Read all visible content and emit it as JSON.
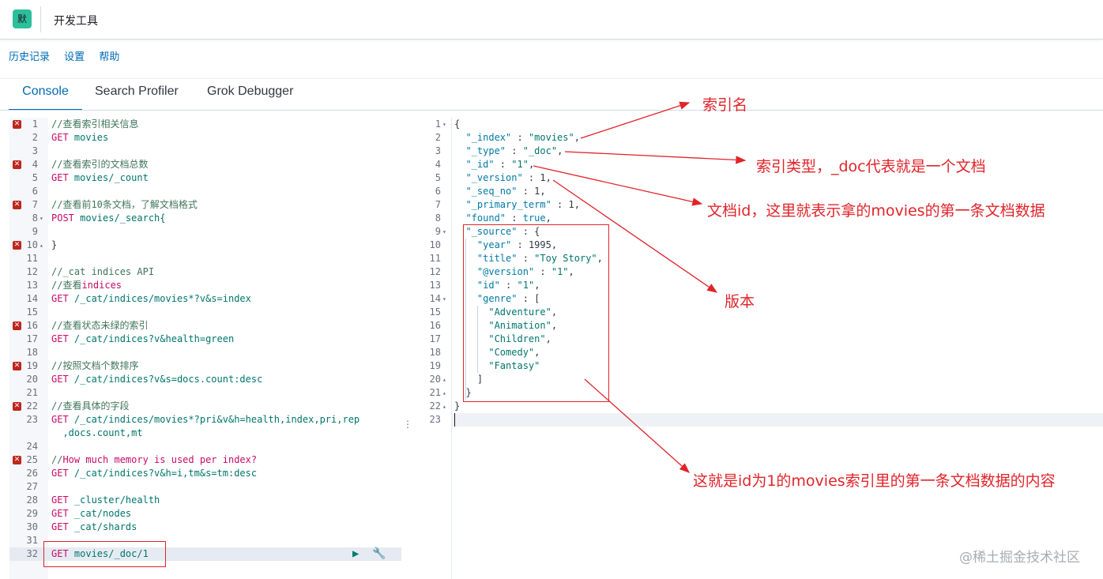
{
  "app": {
    "icon_label": "默",
    "title": "开发工具"
  },
  "menu": {
    "history": "历史记录",
    "settings": "设置",
    "help": "帮助"
  },
  "tabs": [
    "Console",
    "Search Profiler",
    "Grok Debugger"
  ],
  "request_lines": [
    {
      "n": "1",
      "err": true,
      "parts": [
        [
          "c",
          "//查看索引相关信息"
        ]
      ]
    },
    {
      "n": "2",
      "parts": [
        [
          "k",
          "GET "
        ],
        [
          "u",
          "movies"
        ]
      ]
    },
    {
      "n": "3",
      "parts": []
    },
    {
      "n": "4",
      "err": true,
      "parts": [
        [
          "c",
          "//查看索引的文档总数"
        ]
      ]
    },
    {
      "n": "5",
      "parts": [
        [
          "k",
          "GET "
        ],
        [
          "u",
          "movies/_count"
        ]
      ]
    },
    {
      "n": "6",
      "parts": []
    },
    {
      "n": "7",
      "err": true,
      "parts": [
        [
          "c",
          "//查看前10条文档，了解文档格式"
        ]
      ]
    },
    {
      "n": "8",
      "fold": "▾",
      "parts": [
        [
          "k",
          "POST "
        ],
        [
          "u",
          "movies/_search{"
        ]
      ]
    },
    {
      "n": "9",
      "parts": []
    },
    {
      "n": "10",
      "err": true,
      "fold": "▴",
      "parts": [
        [
          "p",
          "}"
        ]
      ]
    },
    {
      "n": "11",
      "parts": []
    },
    {
      "n": "12",
      "parts": [
        [
          "c",
          "//_cat indices API"
        ]
      ]
    },
    {
      "n": "13",
      "parts": [
        [
          "c",
          "//查看"
        ],
        [
          "k",
          "indices"
        ]
      ]
    },
    {
      "n": "14",
      "parts": [
        [
          "k",
          "GET "
        ],
        [
          "u",
          "/_cat/indices/movies*?v&s=index"
        ]
      ]
    },
    {
      "n": "15",
      "parts": []
    },
    {
      "n": "16",
      "err": true,
      "parts": [
        [
          "c",
          "//查看状态未绿的索引"
        ]
      ]
    },
    {
      "n": "17",
      "parts": [
        [
          "k",
          "GET "
        ],
        [
          "u",
          "/_cat/indices?v&health=green"
        ]
      ]
    },
    {
      "n": "18",
      "parts": []
    },
    {
      "n": "19",
      "err": true,
      "parts": [
        [
          "c",
          "//按照文档个数排序"
        ]
      ]
    },
    {
      "n": "20",
      "parts": [
        [
          "k",
          "GET "
        ],
        [
          "u",
          "/_cat/indices?v&s=docs.count:desc"
        ]
      ]
    },
    {
      "n": "21",
      "parts": []
    },
    {
      "n": "22",
      "err": true,
      "parts": [
        [
          "c",
          "//查看具体的字段"
        ]
      ]
    },
    {
      "n": "23",
      "parts": [
        [
          "k",
          "GET "
        ],
        [
          "u",
          "/_cat/indices/movies*?pri&v&h=health,index,pri,rep"
        ]
      ]
    },
    {
      "n": "",
      "parts": [
        [
          "u",
          "  ,docs.count,mt"
        ]
      ]
    },
    {
      "n": "24",
      "parts": []
    },
    {
      "n": "25",
      "err": true,
      "parts": [
        [
          "c",
          "//"
        ],
        [
          "k",
          "How much memory is used per index?"
        ]
      ]
    },
    {
      "n": "26",
      "parts": [
        [
          "k",
          "GET "
        ],
        [
          "u",
          "/_cat/indices?v&h=i,tm&s=tm:desc"
        ]
      ]
    },
    {
      "n": "27",
      "parts": []
    },
    {
      "n": "28",
      "parts": [
        [
          "k",
          "GET "
        ],
        [
          "u",
          "_cluster/health"
        ]
      ]
    },
    {
      "n": "29",
      "parts": [
        [
          "k",
          "GET "
        ],
        [
          "u",
          "_cat/nodes"
        ]
      ]
    },
    {
      "n": "30",
      "parts": [
        [
          "k",
          "GET "
        ],
        [
          "u",
          "_cat/shards"
        ]
      ]
    },
    {
      "n": "31",
      "parts": []
    },
    {
      "n": "32",
      "active": true,
      "parts": [
        [
          "k",
          "GET "
        ],
        [
          "u",
          "movies/_doc/1"
        ]
      ]
    }
  ],
  "response_lines": [
    {
      "n": "1",
      "fold": "▾",
      "parts": [
        [
          "p",
          "{"
        ]
      ]
    },
    {
      "n": "2",
      "parts": [
        [
          "p",
          "  "
        ],
        [
          "key",
          "\"_index\""
        ],
        [
          "p",
          " : "
        ],
        [
          "s",
          "\"movies\""
        ],
        [
          "p",
          ","
        ]
      ]
    },
    {
      "n": "3",
      "parts": [
        [
          "p",
          "  "
        ],
        [
          "key",
          "\"_type\""
        ],
        [
          "p",
          " : "
        ],
        [
          "s",
          "\"_doc\""
        ],
        [
          "p",
          ","
        ]
      ]
    },
    {
      "n": "4",
      "parts": [
        [
          "p",
          "  "
        ],
        [
          "key",
          "\"_id\""
        ],
        [
          "p",
          " : "
        ],
        [
          "s",
          "\"1\""
        ],
        [
          "p",
          ","
        ]
      ]
    },
    {
      "n": "5",
      "parts": [
        [
          "p",
          "  "
        ],
        [
          "key",
          "\"_version\""
        ],
        [
          "p",
          " : "
        ],
        [
          "num",
          "1"
        ],
        [
          "p",
          ","
        ]
      ]
    },
    {
      "n": "6",
      "parts": [
        [
          "p",
          "  "
        ],
        [
          "key",
          "\"_seq_no\""
        ],
        [
          "p",
          " : "
        ],
        [
          "num",
          "1"
        ],
        [
          "p",
          ","
        ]
      ]
    },
    {
      "n": "7",
      "parts": [
        [
          "p",
          "  "
        ],
        [
          "key",
          "\"_primary_term\""
        ],
        [
          "p",
          " : "
        ],
        [
          "num",
          "1"
        ],
        [
          "p",
          ","
        ]
      ]
    },
    {
      "n": "8",
      "parts": [
        [
          "p",
          "  "
        ],
        [
          "key",
          "\"found\""
        ],
        [
          "p",
          " : "
        ],
        [
          "b",
          "true"
        ],
        [
          "p",
          ","
        ]
      ]
    },
    {
      "n": "9",
      "fold": "▾",
      "parts": [
        [
          "p",
          "  "
        ],
        [
          "key",
          "\"_source\""
        ],
        [
          "p",
          " : {"
        ]
      ]
    },
    {
      "n": "10",
      "parts": [
        [
          "p",
          "    "
        ],
        [
          "key",
          "\"year\""
        ],
        [
          "p",
          " : "
        ],
        [
          "num",
          "1995"
        ],
        [
          "p",
          ","
        ]
      ]
    },
    {
      "n": "11",
      "parts": [
        [
          "p",
          "    "
        ],
        [
          "key",
          "\"title\""
        ],
        [
          "p",
          " : "
        ],
        [
          "s",
          "\"Toy Story\""
        ],
        [
          "p",
          ","
        ]
      ]
    },
    {
      "n": "12",
      "parts": [
        [
          "p",
          "    "
        ],
        [
          "key",
          "\"@version\""
        ],
        [
          "p",
          " : "
        ],
        [
          "s",
          "\"1\""
        ],
        [
          "p",
          ","
        ]
      ]
    },
    {
      "n": "13",
      "parts": [
        [
          "p",
          "    "
        ],
        [
          "key",
          "\"id\""
        ],
        [
          "p",
          " : "
        ],
        [
          "s",
          "\"1\""
        ],
        [
          "p",
          ","
        ]
      ]
    },
    {
      "n": "14",
      "fold": "▾",
      "parts": [
        [
          "p",
          "    "
        ],
        [
          "key",
          "\"genre\""
        ],
        [
          "p",
          " : ["
        ]
      ]
    },
    {
      "n": "15",
      "parts": [
        [
          "p",
          "      "
        ],
        [
          "s",
          "\"Adventure\""
        ],
        [
          "p",
          ","
        ]
      ]
    },
    {
      "n": "16",
      "parts": [
        [
          "p",
          "      "
        ],
        [
          "s",
          "\"Animation\""
        ],
        [
          "p",
          ","
        ]
      ]
    },
    {
      "n": "17",
      "parts": [
        [
          "p",
          "      "
        ],
        [
          "s",
          "\"Children\""
        ],
        [
          "p",
          ","
        ]
      ]
    },
    {
      "n": "18",
      "parts": [
        [
          "p",
          "      "
        ],
        [
          "s",
          "\"Comedy\""
        ],
        [
          "p",
          ","
        ]
      ]
    },
    {
      "n": "19",
      "parts": [
        [
          "p",
          "      "
        ],
        [
          "s",
          "\"Fantasy\""
        ]
      ]
    },
    {
      "n": "20",
      "fold": "▴",
      "parts": [
        [
          "p",
          "    ]"
        ]
      ]
    },
    {
      "n": "21",
      "fold": "▴",
      "parts": [
        [
          "p",
          "  }"
        ]
      ]
    },
    {
      "n": "22",
      "fold": "▴",
      "parts": [
        [
          "p",
          "}"
        ]
      ]
    },
    {
      "n": "23",
      "active": true,
      "parts": []
    }
  ],
  "annotations": {
    "index_name": "索引名",
    "index_type": "索引类型，_doc代表就是一个文档",
    "doc_id": "文档id，这里就表示拿的movies的第一条文档数据",
    "version": "版本",
    "source": "这就是id为1的movies索引里的第一条文档数据的内容"
  },
  "watermark": "@稀土掘金技术社区",
  "colors": {
    "accent": "#006bb4",
    "annotation": "#e0242a",
    "run": "#017d73"
  }
}
